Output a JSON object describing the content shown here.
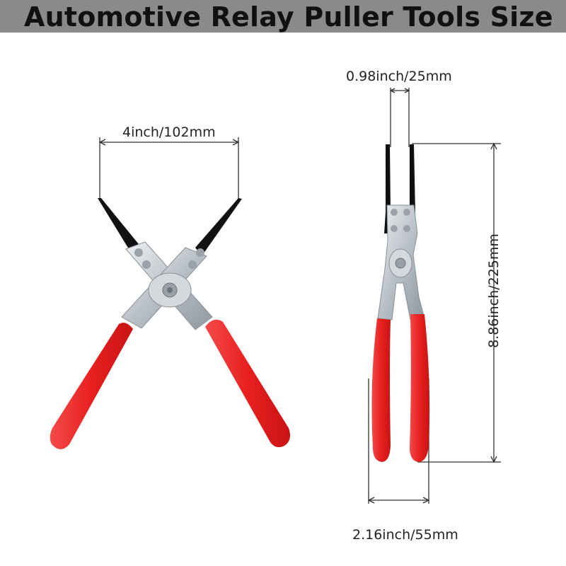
{
  "title": "Automotive Relay Puller Tools Size",
  "dimensions": {
    "open_width": "4inch/102mm",
    "tip_width": "0.98inch/25mm",
    "length": "8.86inch/225mm",
    "handle_width": "2.16inch/55mm"
  },
  "colors": {
    "title_bar": "#8a8a8a",
    "handle": "#ee2a2a",
    "metal": "#c8cdd2",
    "jaw": "#111111"
  }
}
